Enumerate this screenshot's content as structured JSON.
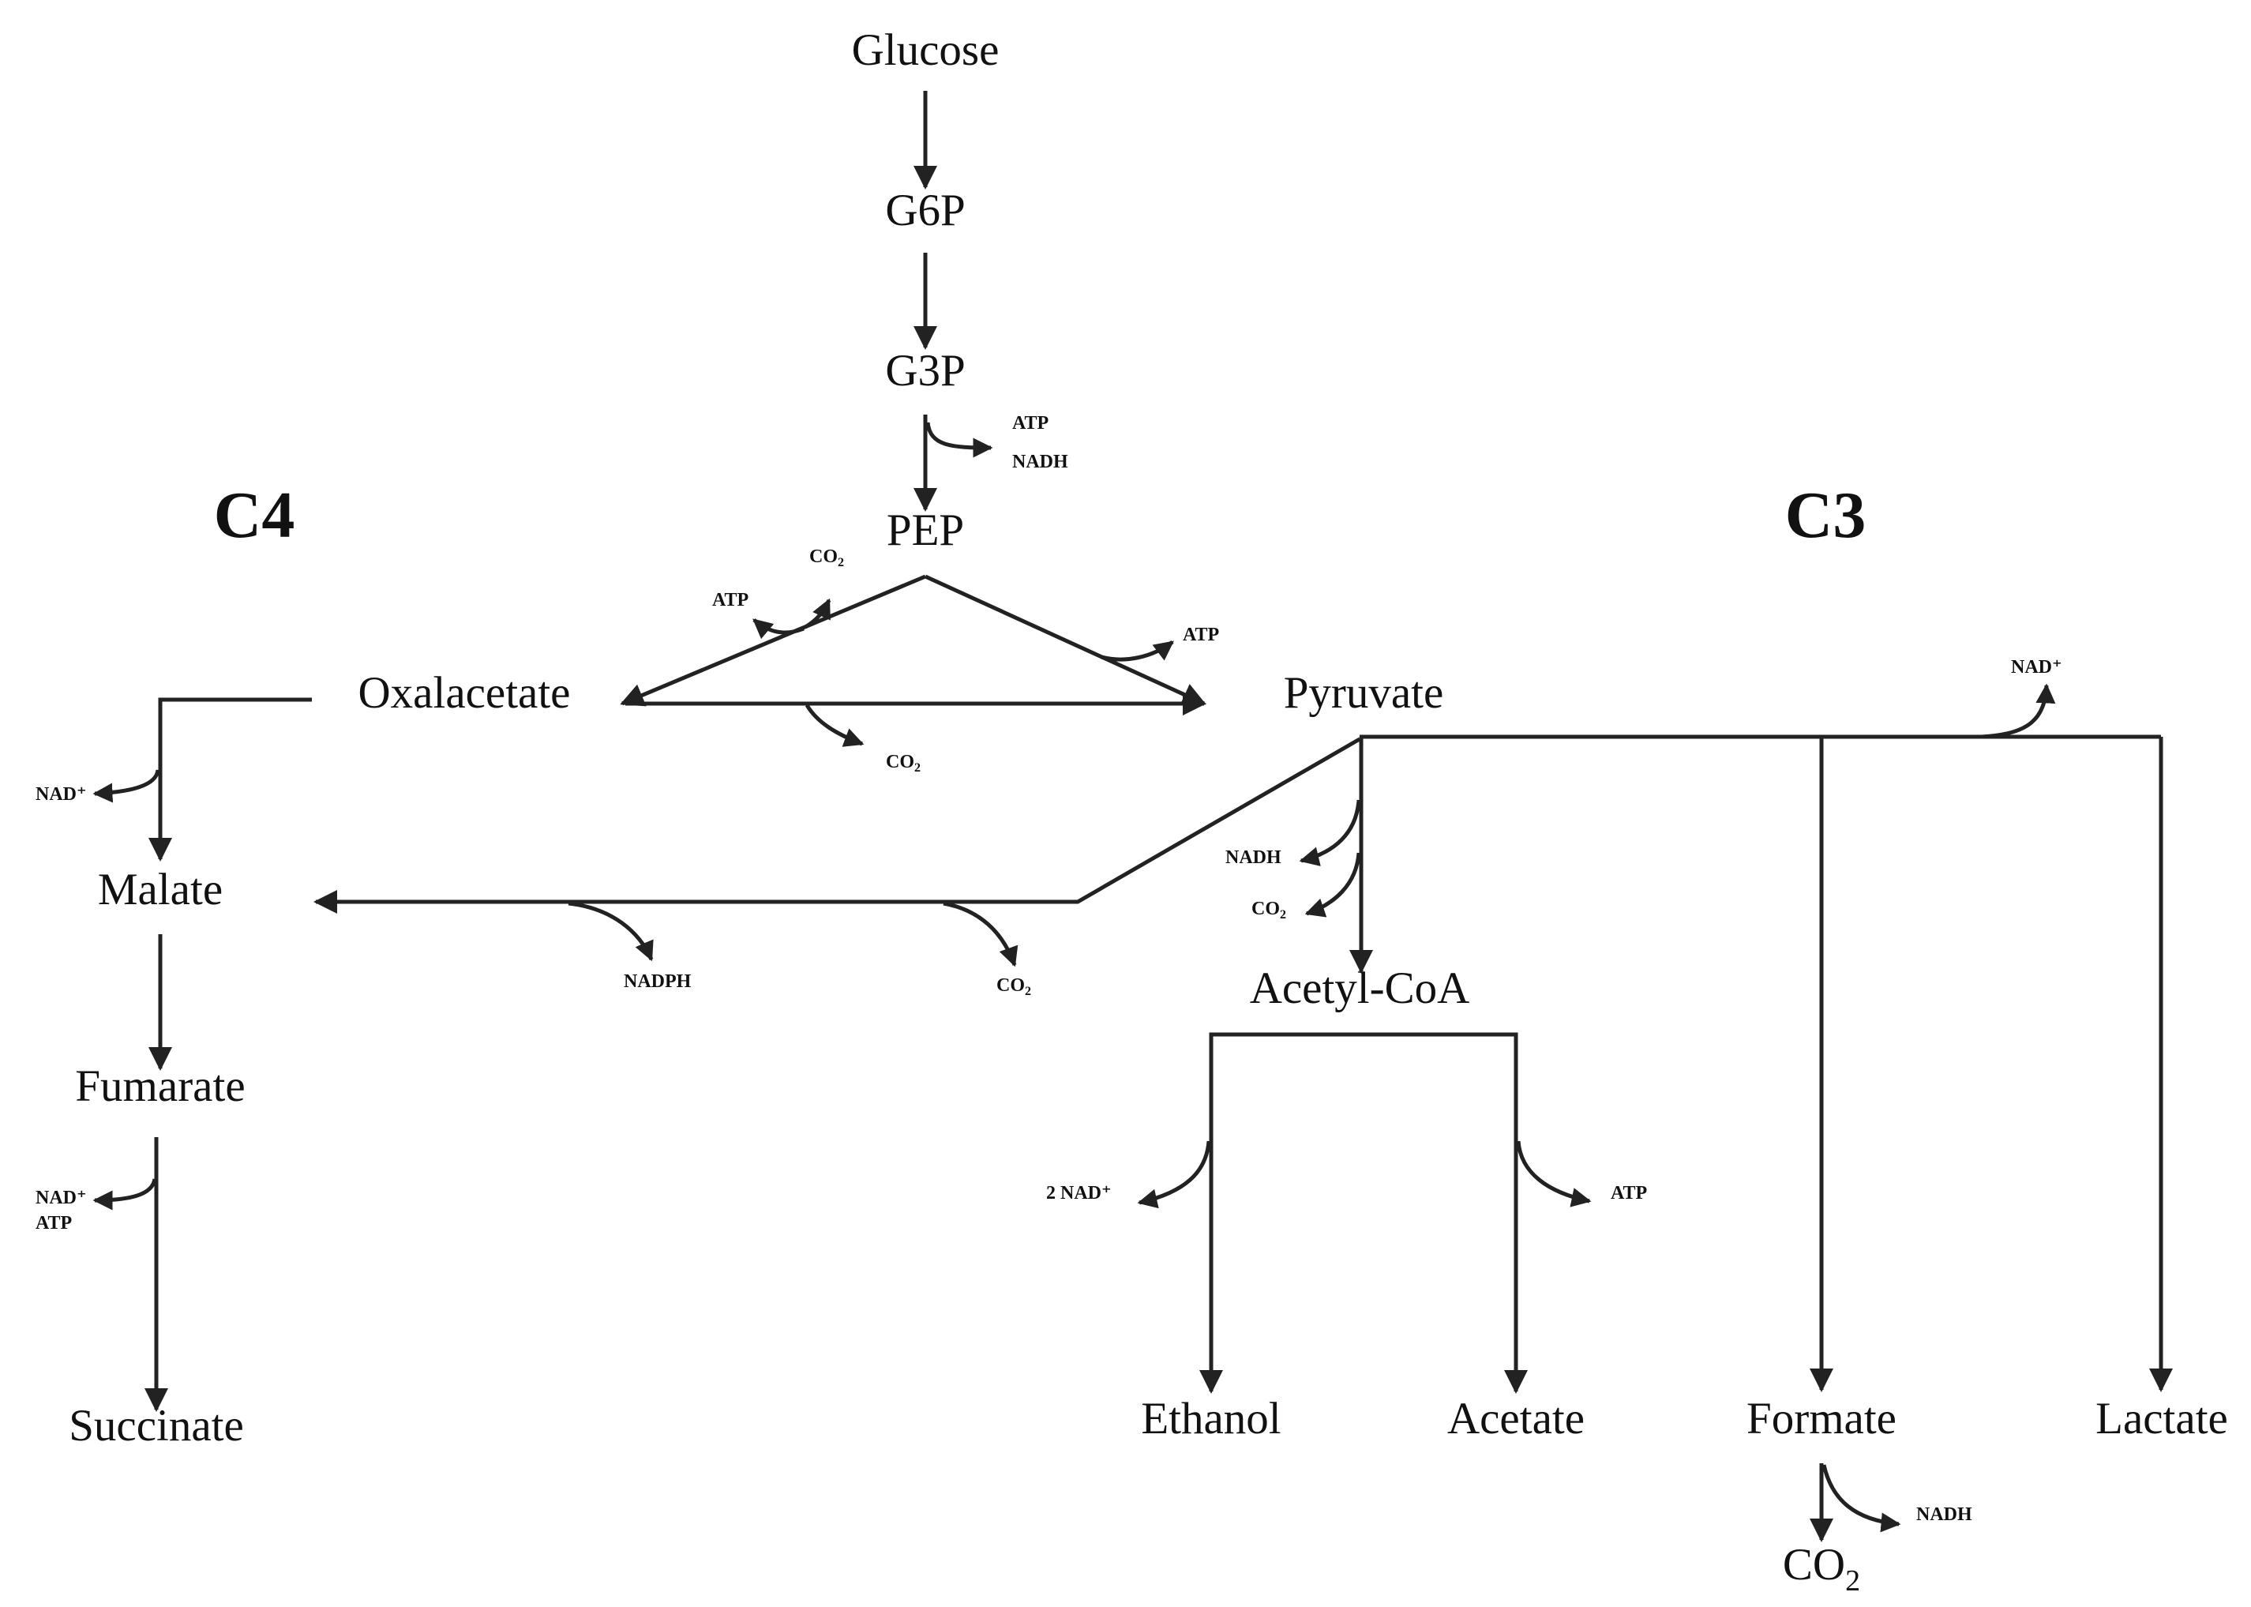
{
  "groups": {
    "c4": "C4",
    "c3": "C3"
  },
  "metabolites": {
    "glucose": "Glucose",
    "g6p": "G6P",
    "g3p": "G3P",
    "pep": "PEP",
    "oxalacetate": "Oxalacetate",
    "pyruvate": "Pyruvate",
    "malate": "Malate",
    "fumarate": "Fumarate",
    "succinate": "Succinate",
    "acetyl_coa": "Acetyl-CoA",
    "ethanol": "Ethanol",
    "acetate": "Acetate",
    "formate": "Formate",
    "lactate": "Lactate",
    "co2_main": "CO",
    "co2_main_sub": "2"
  },
  "cofactors": {
    "g3p_atp": "ATP",
    "g3p_nadh": "NADH",
    "pep_oaa_atp": "ATP",
    "pep_oaa_co2": "CO",
    "pep_pyr_atp": "ATP",
    "oaa_pyr_co2": "CO",
    "oaa_malate_nad": "NAD⁺",
    "fum_suc_nad": "NAD⁺",
    "fum_suc_atp": "ATP",
    "mal_pyr_nadph": "NADPH",
    "mal_pyr_co2": "CO",
    "pyr_acoa_nadh": "NADH",
    "pyr_acoa_co2": "CO",
    "pyr_lactate_nad": "NAD⁺",
    "acoa_ethanol_nad": "2 NAD⁺",
    "acoa_acetate_atp": "ATP",
    "formate_co2_nadh": "NADH",
    "sub2": "2"
  }
}
